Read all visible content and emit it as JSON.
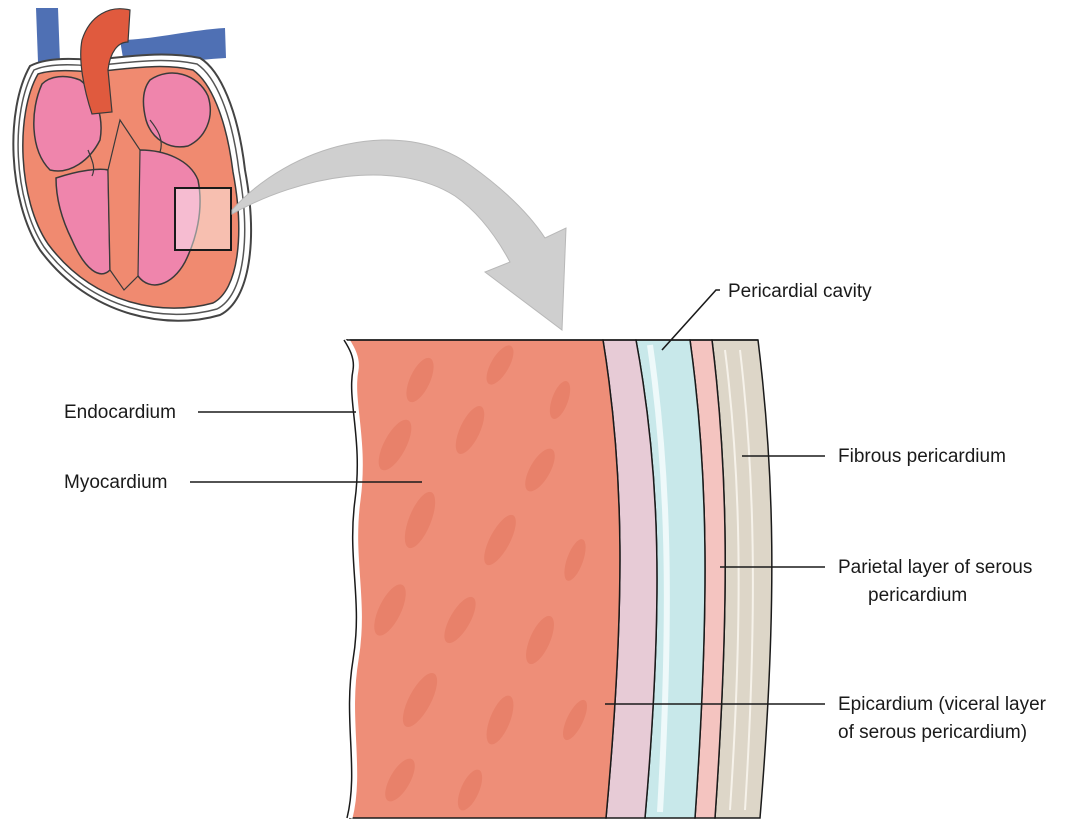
{
  "labels": {
    "pericardial_cavity": "Pericardial cavity",
    "endocardium": "Endocardium",
    "myocardium": "Myocardium",
    "fibrous_pericardium": "Fibrous pericardium",
    "parietal_line1": "Parietal layer of serous",
    "parietal_line2": "pericardium",
    "epicardium_line1": "Epicardium (viceral layer",
    "epicardium_line2": "of serous pericardium)"
  },
  "colors": {
    "myocardium": "#ee8e78",
    "myocardium_fibers": "#e4785f",
    "epicardium": "#e7cbd6",
    "pericardial_cavity": "#c8e8ea",
    "parietal_layer": "#f4c4c0",
    "fibrous_pericardium": "#ddd6c8",
    "heart_chamber": "#ef85ac",
    "heart_muscle": "#f08a70",
    "aorta": "#e05a3e",
    "vein": "#4f70b4",
    "arrow": "#cfcfcf"
  }
}
